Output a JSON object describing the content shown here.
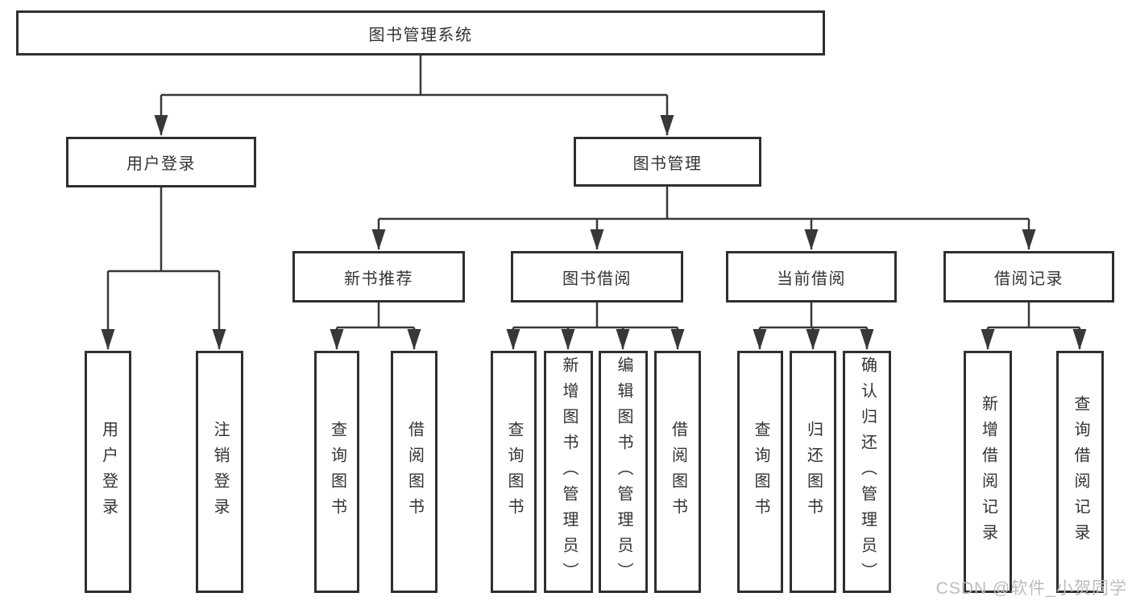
{
  "tree": {
    "label": "图书管理系统",
    "children": [
      {
        "label": "用户登录",
        "children": [
          {
            "label": "用户登录"
          },
          {
            "label": "注销登录"
          }
        ]
      },
      {
        "label": "图书管理",
        "children": [
          {
            "label": "新书推荐",
            "children": [
              {
                "label": "查询图书"
              },
              {
                "label": "借阅图书"
              }
            ]
          },
          {
            "label": "图书借阅",
            "children": [
              {
                "label": "查询图书"
              },
              {
                "label": "新增图书（管理员）"
              },
              {
                "label": "编辑图书（管理员）"
              },
              {
                "label": "借阅图书"
              }
            ]
          },
          {
            "label": "当前借阅",
            "children": [
              {
                "label": "查询图书"
              },
              {
                "label": "归还图书"
              },
              {
                "label": "确认归还（管理员）"
              }
            ]
          },
          {
            "label": "借阅记录",
            "children": [
              {
                "label": "新增借阅记录"
              },
              {
                "label": "查询借阅记录"
              }
            ]
          }
        ]
      }
    ]
  },
  "watermark": {
    "text": "CSDN @软件_小贺同学"
  },
  "colors": {
    "line": "#383838",
    "box_border": "#2f2f2f",
    "text": "#333333",
    "watermark_text": "#bdbdbd",
    "background": "#ffffff"
  }
}
